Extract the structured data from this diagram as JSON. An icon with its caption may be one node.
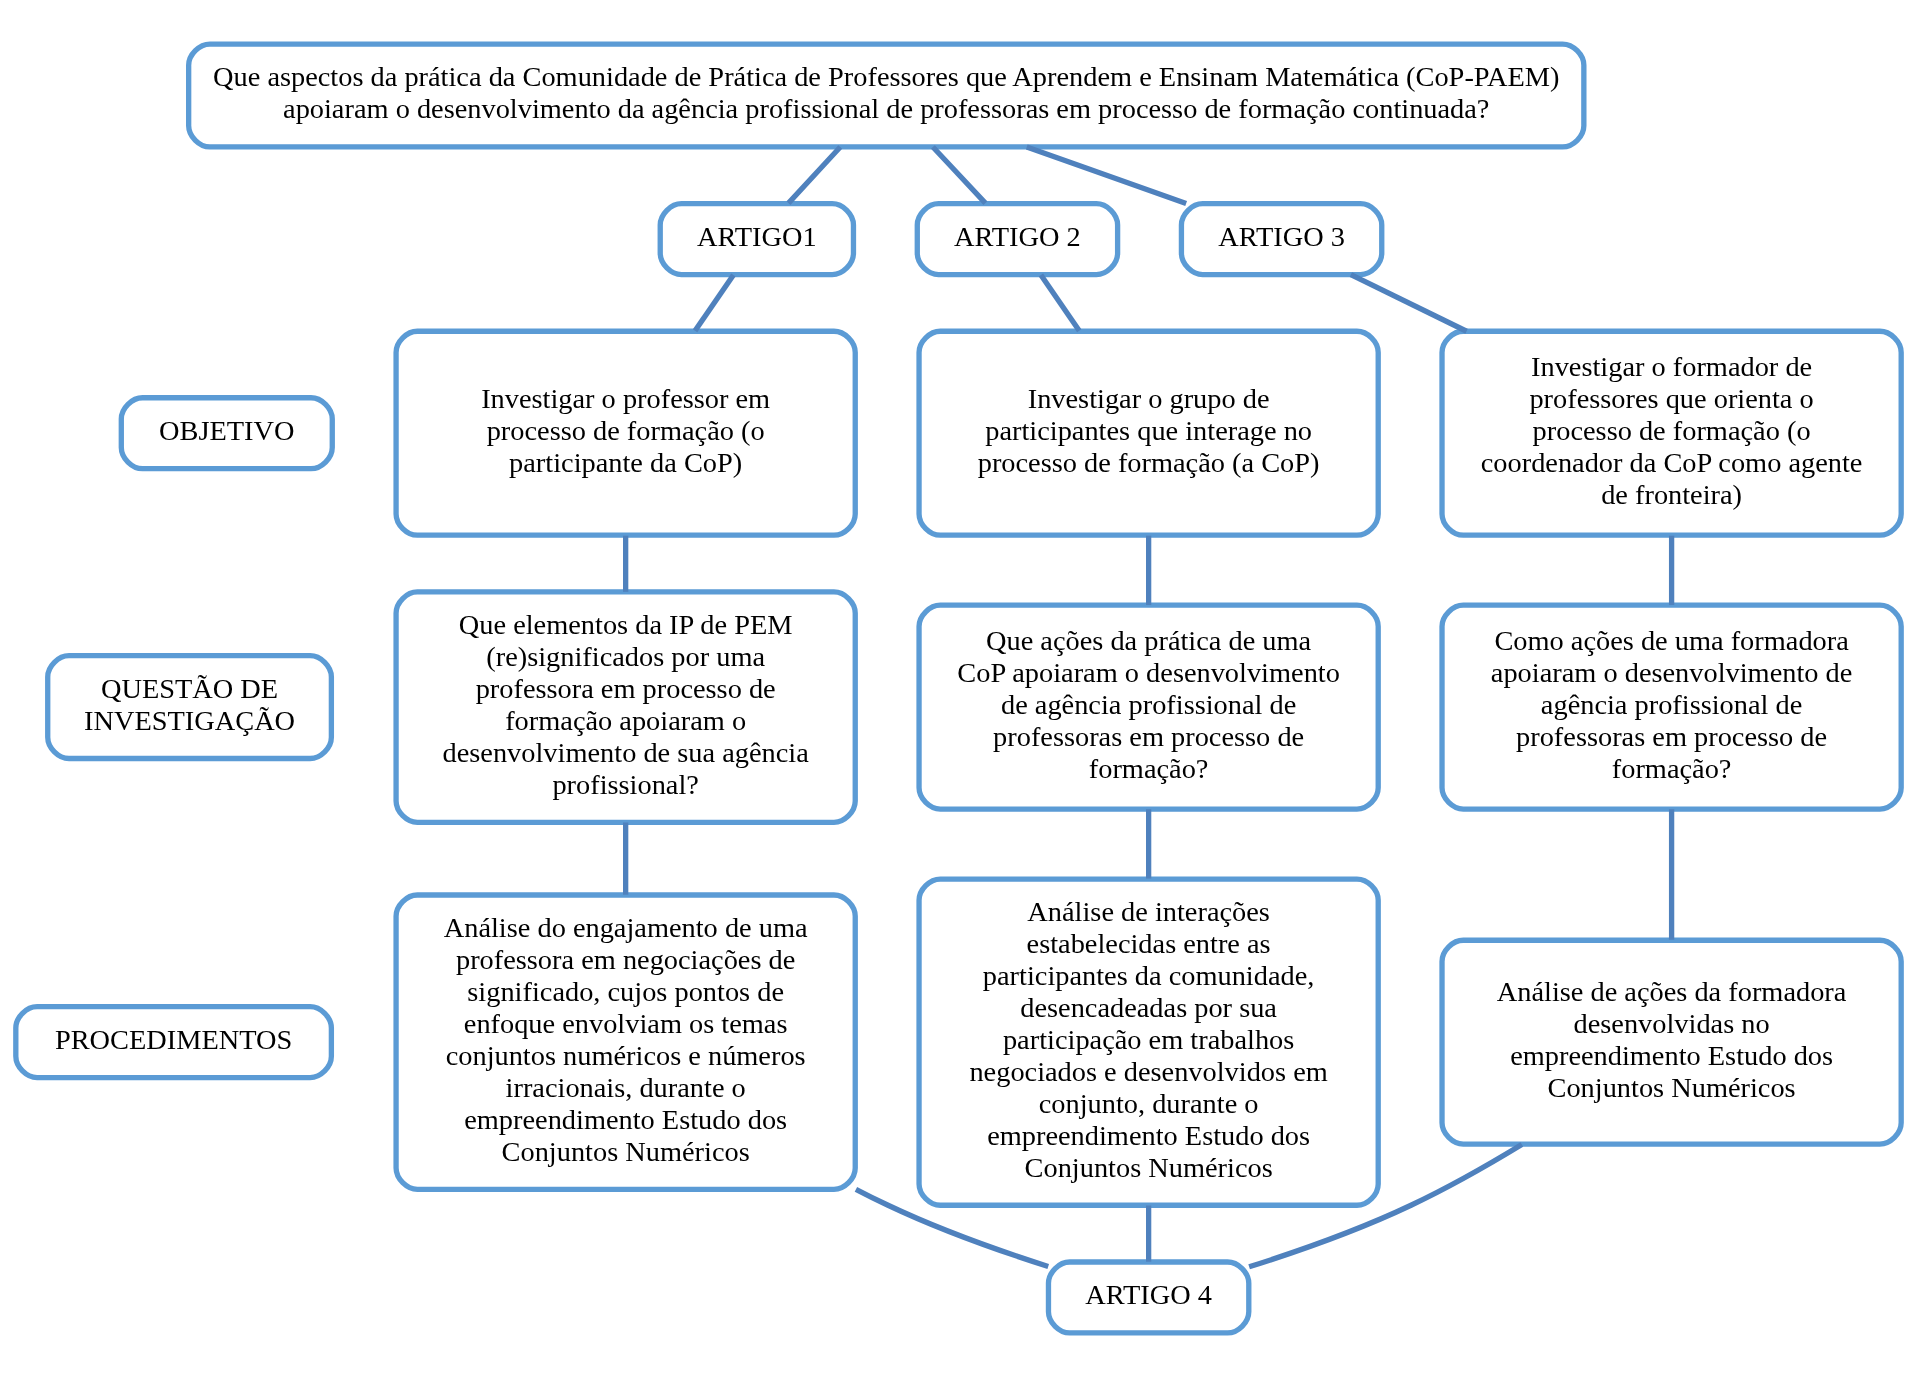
{
  "diagram": {
    "nodes": [
      {
        "text": [
          "Que aspectos da prática da Comunidade de Prática de Professores que Aprendem e Ensinam Matemática (CoP-PAEM) apoiaram o desenvolvimento da agência profissional de professoras em processo de formação continuada?"
        ]
      },
      {
        "text": [
          "ARTIGO1"
        ]
      },
      {
        "text": [
          "ARTIGO 2"
        ]
      },
      {
        "text": [
          "ARTIGO 3"
        ]
      },
      {
        "text": [
          "OBJETIVO"
        ]
      },
      {
        "text": [
          "Investigar o professor em processo de formação (o participante da CoP)"
        ]
      },
      {
        "text": [
          "Investigar o grupo de participantes que interage no processo de formação (a CoP)"
        ]
      },
      {
        "text": [
          "Investigar o formador de professores que orienta o processo de formação (o coordenador da CoP como agente de fronteira)"
        ]
      },
      {
        "text": [
          "QUESTÃO DE INVESTIGAÇÃO"
        ]
      },
      {
        "text": [
          "Que elementos da IP de PEM (re)significados por uma professora em processo de formação apoiaram o desenvolvimento de sua agência profissional?"
        ]
      },
      {
        "text": [
          "Que ações da prática de uma CoP apoiaram o desenvolvimento de agência profissional de professoras em processo de formação?"
        ]
      },
      {
        "text": [
          "Como ações de uma formadora apoiaram o desenvolvimento de agência profissional de professoras em processo de formação?"
        ]
      },
      {
        "text": [
          "PROCEDIMENTOS"
        ]
      },
      {
        "text": [
          "Análise do engajamento de uma professora em negociações de significado, cujos pontos de enfoque envolviam os temas conjuntos numéricos e números irracionais, durante o empreendimento Estudo dos Conjuntos Numéricos"
        ]
      },
      {
        "text": [
          "Análise de interações estabelecidas entre as participantes da comunidade, desencadeadas por sua participação em trabalhos negociados e desenvolvidos em conjunto, durante o empreendimento Estudo dos Conjuntos Numéricos"
        ]
      },
      {
        "text": [
          "Análise de ações da formadora desenvolvidas no empreendimento Estudo dos Conjuntos Numéricos"
        ]
      },
      {
        "text": [
          "ARTIGO 4"
        ]
      }
    ],
    "edges": [
      {
        "from": 0,
        "to": 1,
        "arrow": "none"
      },
      {
        "from": 0,
        "to": 2,
        "arrow": "none"
      },
      {
        "from": 0,
        "to": 3,
        "arrow": "none"
      },
      {
        "from": 1,
        "to": 5,
        "arrow": "none"
      },
      {
        "from": 2,
        "to": 6,
        "arrow": "none"
      },
      {
        "from": 3,
        "to": 7,
        "arrow": "none"
      },
      {
        "from": 5,
        "to": 9,
        "arrow": "none"
      },
      {
        "from": 6,
        "to": 10,
        "arrow": "none"
      },
      {
        "from": 7,
        "to": 11,
        "arrow": "none"
      },
      {
        "from": 9,
        "to": 13,
        "arrow": "none"
      },
      {
        "from": 10,
        "to": 14,
        "arrow": "none"
      },
      {
        "from": 11,
        "to": 15,
        "arrow": "none"
      },
      {
        "from": 13,
        "to": 16,
        "arrow": "none"
      },
      {
        "from": 14,
        "to": 16,
        "arrow": "none"
      },
      {
        "from": 15,
        "to": 16,
        "arrow": "none"
      }
    ]
  }
}
